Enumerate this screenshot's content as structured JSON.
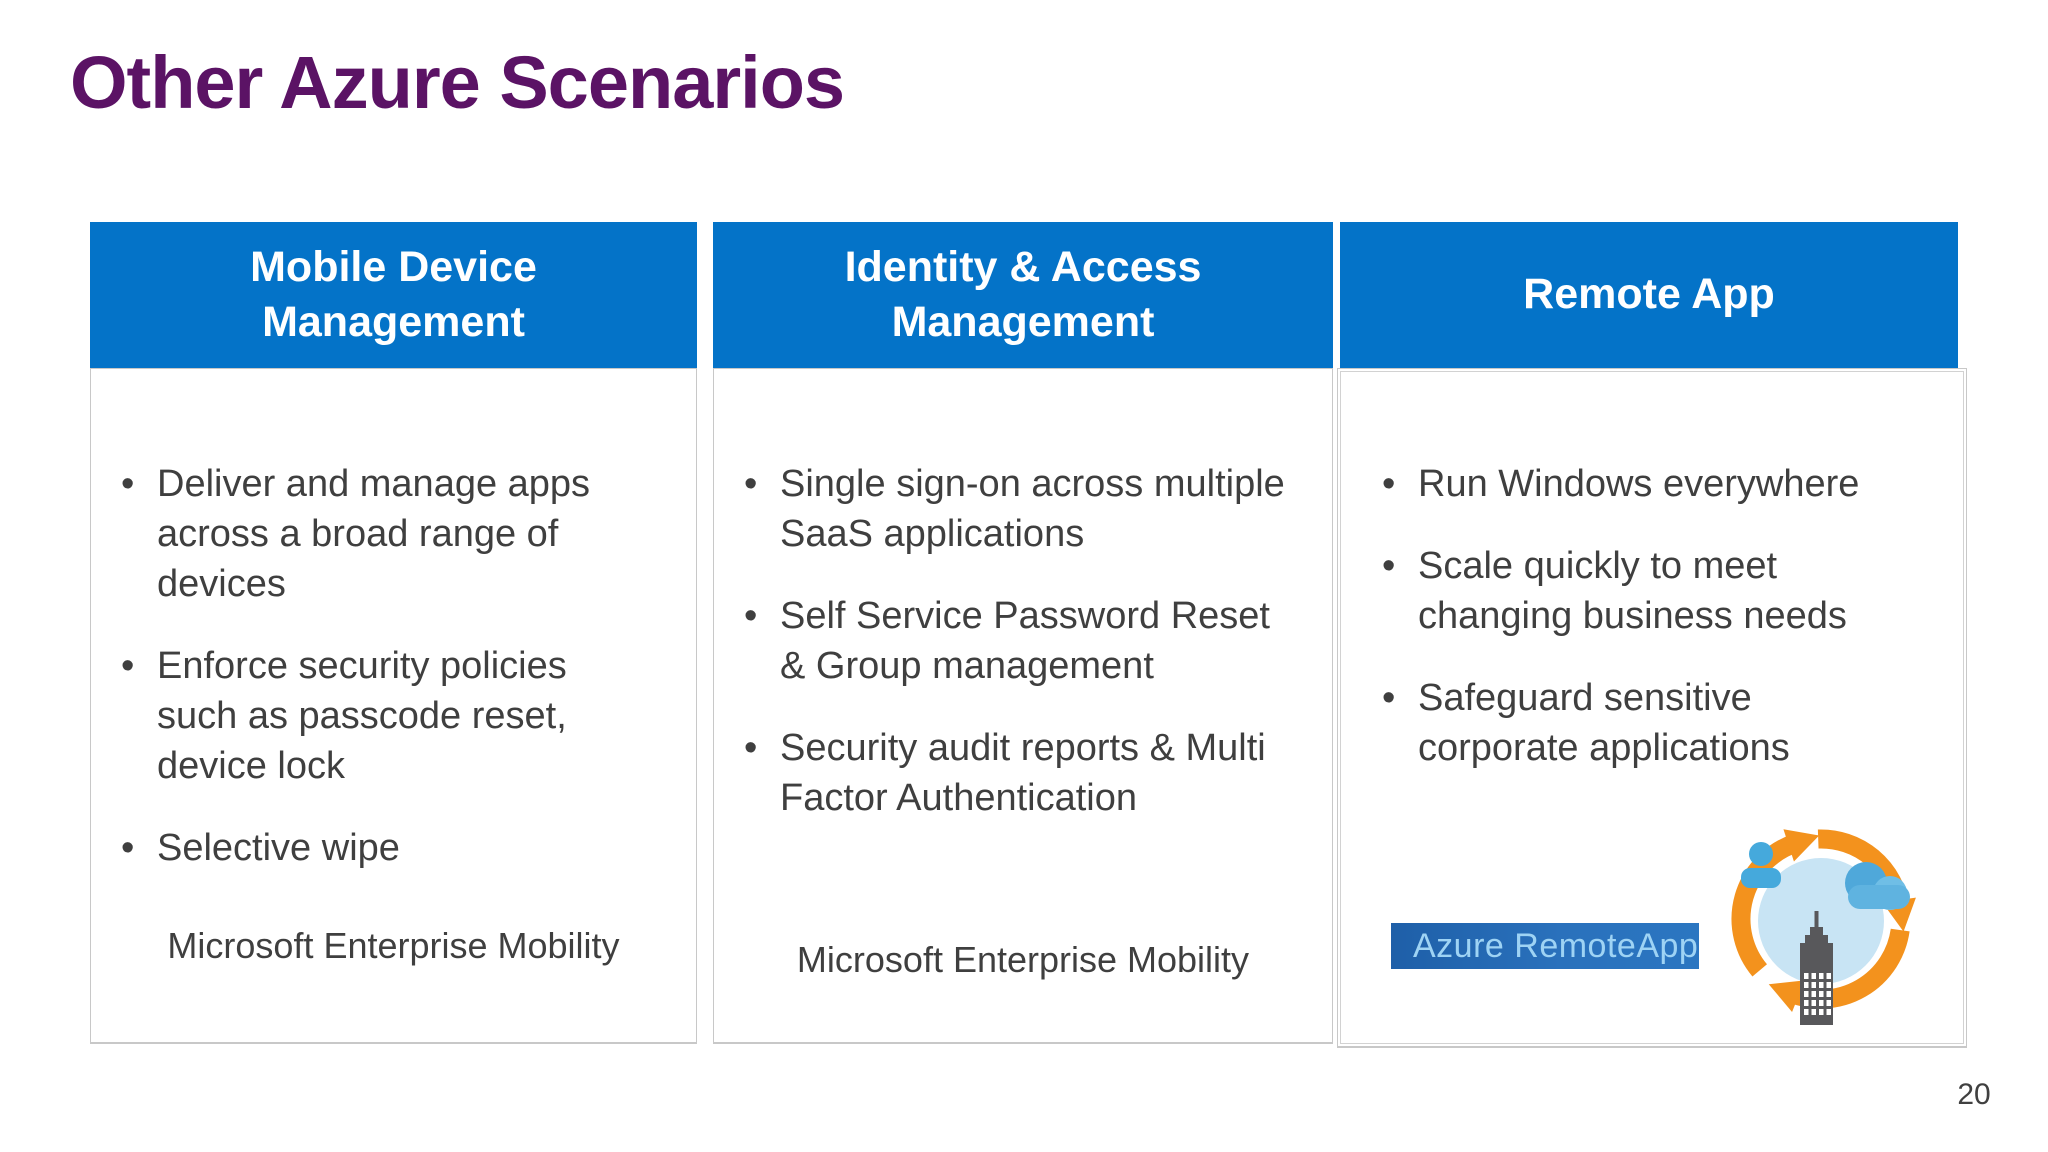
{
  "title": "Other Azure Scenarios",
  "page_number": "20",
  "bullet_glyph": "•",
  "colors": {
    "title_purple": "#5B1365",
    "header_blue": "#0473C8",
    "header_text": "#FFFFFF",
    "body_text": "#3F3F3F",
    "box_border": "#C8C8C8",
    "badge_bg_left": "#1E5FA8",
    "badge_bg_right": "#2B76C1",
    "badge_text": "#9ED3F4",
    "icon_orange": "#F3921D",
    "icon_pale_blue": "#C8E4F4",
    "icon_blue": "#45A9DC",
    "icon_building_gray": "#58585B"
  },
  "columns": [
    {
      "header": "Mobile Device Management",
      "bullets": [
        "Deliver and manage apps across a broad range of devices",
        "Enforce security policies such as passcode reset, device lock",
        "Selective wipe"
      ],
      "caption": "Microsoft Enterprise Mobility"
    },
    {
      "header": "Identity & Access Management",
      "bullets": [
        "Single sign-on across multiple SaaS applications",
        "Self Service Password Reset & Group management",
        "Security audit reports & Multi Factor Authentication"
      ],
      "caption": "Microsoft Enterprise Mobility"
    },
    {
      "header": "Remote App",
      "bullets": [
        "Run Windows everywhere",
        "Scale quickly to meet changing business needs",
        "Safeguard sensitive corporate applications"
      ],
      "badge": "Azure RemoteApp",
      "icon": "remoteapp-cycle-icon (orange refresh arrows around user, cloud and skyscraper)"
    }
  ]
}
